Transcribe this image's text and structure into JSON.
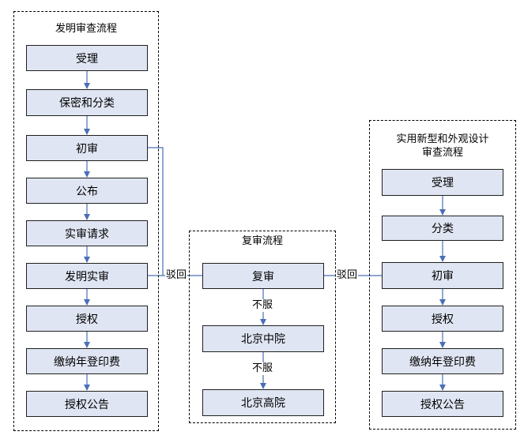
{
  "invention": {
    "title": "发明审查流程",
    "steps": [
      "受理",
      "保密和分类",
      "初审",
      "公布",
      "实审请求",
      "发明实审",
      "授权",
      "缴纳年登印费",
      "授权公告"
    ]
  },
  "review": {
    "title": "复审流程",
    "steps": [
      "复审",
      "北京中院",
      "北京高院"
    ],
    "edge_labels": [
      "不服",
      "不服"
    ]
  },
  "utility": {
    "title_line1": "实用新型和外观设计",
    "title_line2": "审查流程",
    "steps": [
      "受理",
      "分类",
      "初审",
      "授权",
      "缴纳年登印费",
      "授权公告"
    ]
  },
  "rejection_label_left": "驳回",
  "rejection_label_right": "驳回",
  "colors": {
    "box_fill": "#dfe5f2",
    "arrow": "#4a6fb8",
    "border": "#1f1f1f"
  }
}
